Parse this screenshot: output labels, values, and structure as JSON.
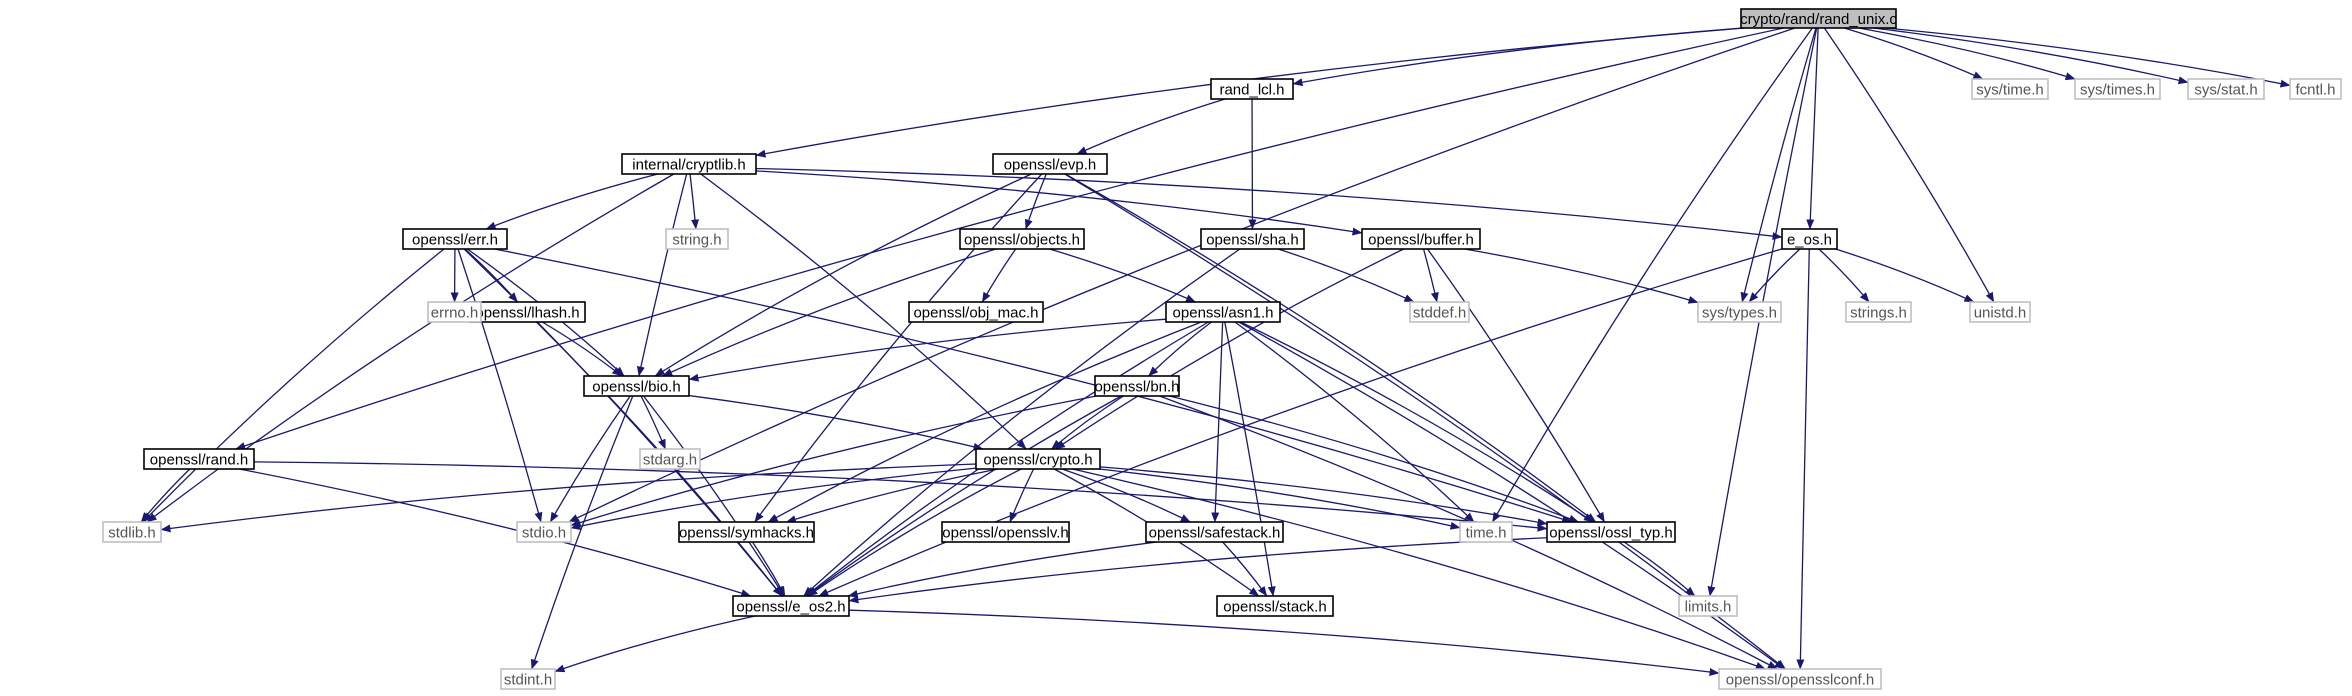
{
  "graph": {
    "nodes": [
      {
        "id": "rand_unix",
        "label": "crypto/rand/rand_unix.c",
        "kind": "root"
      },
      {
        "id": "rand_lcl",
        "label": "rand_lcl.h",
        "kind": "internal"
      },
      {
        "id": "cryptlib",
        "label": "internal/cryptlib.h",
        "kind": "internal"
      },
      {
        "id": "evp",
        "label": "openssl/evp.h",
        "kind": "internal"
      },
      {
        "id": "err",
        "label": "openssl/err.h",
        "kind": "internal"
      },
      {
        "id": "objects",
        "label": "openssl/objects.h",
        "kind": "internal"
      },
      {
        "id": "sha",
        "label": "openssl/sha.h",
        "kind": "internal"
      },
      {
        "id": "buffer",
        "label": "openssl/buffer.h",
        "kind": "internal"
      },
      {
        "id": "e_os",
        "label": "e_os.h",
        "kind": "internal"
      },
      {
        "id": "lhash",
        "label": "openssl/lhash.h",
        "kind": "internal"
      },
      {
        "id": "obj_mac",
        "label": "openssl/obj_mac.h",
        "kind": "internal"
      },
      {
        "id": "asn1",
        "label": "openssl/asn1.h",
        "kind": "internal"
      },
      {
        "id": "bio",
        "label": "openssl/bio.h",
        "kind": "internal"
      },
      {
        "id": "bn",
        "label": "openssl/bn.h",
        "kind": "internal"
      },
      {
        "id": "rand",
        "label": "openssl/rand.h",
        "kind": "internal"
      },
      {
        "id": "crypto",
        "label": "openssl/crypto.h",
        "kind": "internal"
      },
      {
        "id": "symhacks",
        "label": "openssl/symhacks.h",
        "kind": "internal"
      },
      {
        "id": "opensslv",
        "label": "openssl/opensslv.h",
        "kind": "internal"
      },
      {
        "id": "safestack",
        "label": "openssl/safestack.h",
        "kind": "internal"
      },
      {
        "id": "ossl_typ",
        "label": "openssl/ossl_typ.h",
        "kind": "internal"
      },
      {
        "id": "e_os2",
        "label": "openssl/e_os2.h",
        "kind": "internal"
      },
      {
        "id": "stack",
        "label": "openssl/stack.h",
        "kind": "internal"
      },
      {
        "id": "sys_time",
        "label": "sys/time.h",
        "kind": "system"
      },
      {
        "id": "sys_times",
        "label": "sys/times.h",
        "kind": "system"
      },
      {
        "id": "sys_stat",
        "label": "sys/stat.h",
        "kind": "system"
      },
      {
        "id": "fcntl",
        "label": "fcntl.h",
        "kind": "system"
      },
      {
        "id": "string",
        "label": "string.h",
        "kind": "system"
      },
      {
        "id": "errno",
        "label": "errno.h",
        "kind": "system"
      },
      {
        "id": "stddef",
        "label": "stddef.h",
        "kind": "system"
      },
      {
        "id": "sys_types",
        "label": "sys/types.h",
        "kind": "system"
      },
      {
        "id": "strings",
        "label": "strings.h",
        "kind": "system"
      },
      {
        "id": "unistd",
        "label": "unistd.h",
        "kind": "system"
      },
      {
        "id": "stdarg",
        "label": "stdarg.h",
        "kind": "system"
      },
      {
        "id": "stdlib",
        "label": "stdlib.h",
        "kind": "system"
      },
      {
        "id": "stdio",
        "label": "stdio.h",
        "kind": "system"
      },
      {
        "id": "time",
        "label": "time.h",
        "kind": "system"
      },
      {
        "id": "limits",
        "label": "limits.h",
        "kind": "system"
      },
      {
        "id": "stdint",
        "label": "stdint.h",
        "kind": "system"
      },
      {
        "id": "opensslconf",
        "label": "openssl/opensslconf.h",
        "kind": "system"
      }
    ],
    "edges": [
      [
        "rand_unix",
        "rand_lcl"
      ],
      [
        "rand_unix",
        "cryptlib"
      ],
      [
        "rand_unix",
        "e_os"
      ],
      [
        "rand_unix",
        "rand"
      ],
      [
        "rand_unix",
        "stdio"
      ],
      [
        "rand_unix",
        "sys_types"
      ],
      [
        "rand_unix",
        "unistd"
      ],
      [
        "rand_unix",
        "time"
      ],
      [
        "rand_unix",
        "limits"
      ],
      [
        "rand_unix",
        "sys_time"
      ],
      [
        "rand_unix",
        "sys_times"
      ],
      [
        "rand_unix",
        "sys_stat"
      ],
      [
        "rand_unix",
        "fcntl"
      ],
      [
        "rand_lcl",
        "evp"
      ],
      [
        "rand_lcl",
        "sha"
      ],
      [
        "cryptlib",
        "stdlib"
      ],
      [
        "cryptlib",
        "string"
      ],
      [
        "cryptlib",
        "err"
      ],
      [
        "cryptlib",
        "bio"
      ],
      [
        "cryptlib",
        "crypto"
      ],
      [
        "cryptlib",
        "buffer"
      ],
      [
        "cryptlib",
        "e_os"
      ],
      [
        "evp",
        "objects"
      ],
      [
        "evp",
        "bio"
      ],
      [
        "evp",
        "symhacks"
      ],
      [
        "evp",
        "ossl_typ"
      ],
      [
        "evp",
        "opensslconf"
      ],
      [
        "err",
        "stdlib"
      ],
      [
        "err",
        "stdio"
      ],
      [
        "err",
        "errno"
      ],
      [
        "err",
        "lhash"
      ],
      [
        "err",
        "bio"
      ],
      [
        "err",
        "e_os2"
      ],
      [
        "err",
        "ossl_typ"
      ],
      [
        "objects",
        "obj_mac"
      ],
      [
        "objects",
        "asn1"
      ],
      [
        "objects",
        "bio"
      ],
      [
        "sha",
        "stddef"
      ],
      [
        "sha",
        "e_os2"
      ],
      [
        "buffer",
        "stddef"
      ],
      [
        "buffer",
        "sys_types"
      ],
      [
        "buffer",
        "crypto"
      ],
      [
        "buffer",
        "ossl_typ"
      ],
      [
        "e_os",
        "sys_types"
      ],
      [
        "e_os",
        "strings"
      ],
      [
        "e_os",
        "unistd"
      ],
      [
        "e_os",
        "e_os2"
      ],
      [
        "e_os",
        "opensslconf"
      ],
      [
        "lhash",
        "bio"
      ],
      [
        "lhash",
        "e_os2"
      ],
      [
        "asn1",
        "bio"
      ],
      [
        "asn1",
        "bn"
      ],
      [
        "asn1",
        "e_os2"
      ],
      [
        "asn1",
        "symhacks"
      ],
      [
        "asn1",
        "safestack"
      ],
      [
        "asn1",
        "stack"
      ],
      [
        "asn1",
        "time"
      ],
      [
        "asn1",
        "ossl_typ"
      ],
      [
        "asn1",
        "opensslconf"
      ],
      [
        "bio",
        "stdarg"
      ],
      [
        "bio",
        "stdio"
      ],
      [
        "bio",
        "crypto"
      ],
      [
        "bio",
        "e_os2"
      ],
      [
        "bio",
        "stdint"
      ],
      [
        "bn",
        "crypto"
      ],
      [
        "bn",
        "stdio"
      ],
      [
        "bn",
        "e_os2"
      ],
      [
        "bn",
        "ossl_typ"
      ],
      [
        "bn",
        "opensslconf"
      ],
      [
        "rand",
        "stdlib"
      ],
      [
        "rand",
        "e_os2"
      ],
      [
        "rand",
        "ossl_typ"
      ],
      [
        "crypto",
        "stdlib"
      ],
      [
        "crypto",
        "stdio"
      ],
      [
        "crypto",
        "symhacks"
      ],
      [
        "crypto",
        "opensslv"
      ],
      [
        "crypto",
        "safestack"
      ],
      [
        "crypto",
        "stack"
      ],
      [
        "crypto",
        "time"
      ],
      [
        "crypto",
        "ossl_typ"
      ],
      [
        "crypto",
        "e_os2"
      ],
      [
        "crypto",
        "opensslconf"
      ],
      [
        "symhacks",
        "e_os2"
      ],
      [
        "safestack",
        "stack"
      ],
      [
        "safestack",
        "e_os2"
      ],
      [
        "ossl_typ",
        "e_os2"
      ],
      [
        "ossl_typ",
        "limits"
      ],
      [
        "e_os2",
        "stdint"
      ],
      [
        "e_os2",
        "opensslconf"
      ]
    ],
    "colors": {
      "edge": "#191970",
      "root_fill": "#bfbfbf",
      "internal_border": "#000000",
      "system_border": "#bfbfbf",
      "internal_text": "#000000",
      "system_text": "#555555"
    }
  }
}
